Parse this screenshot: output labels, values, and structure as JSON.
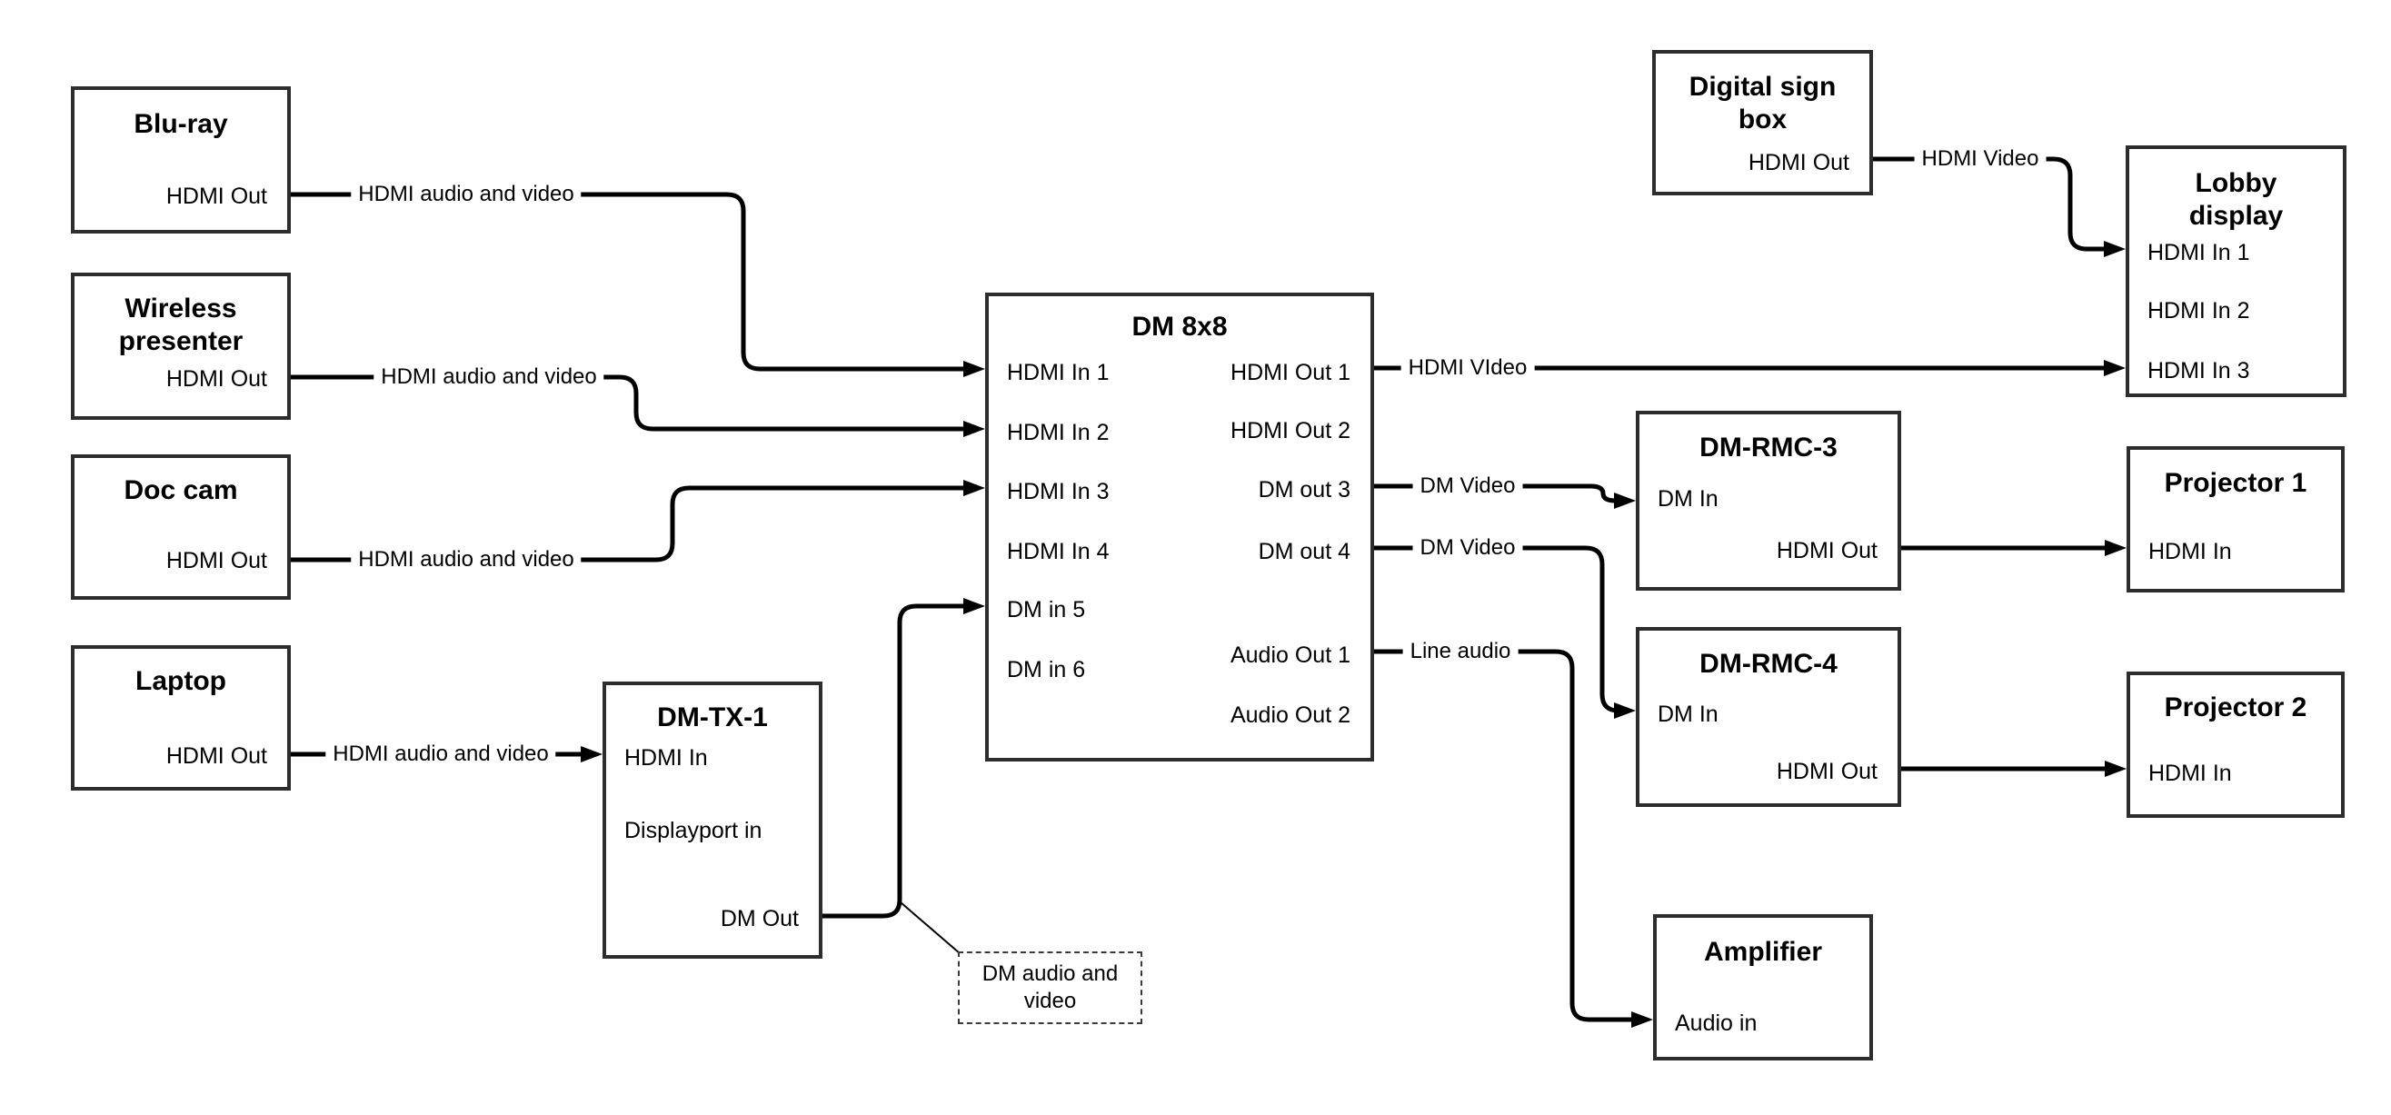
{
  "page": {
    "background": "#ffffff",
    "line_color": "#000000",
    "box_border_color": "#2d2d2d"
  },
  "nodes": {
    "bluray": {
      "title": "Blu-ray",
      "hdmi_out": "HDMI Out"
    },
    "wireless_presenter": {
      "title": "Wireless presenter",
      "hdmi_out": "HDMI Out"
    },
    "doc_cam": {
      "title": "Doc cam",
      "hdmi_out": "HDMI Out"
    },
    "laptop": {
      "title": "Laptop",
      "hdmi_out": "HDMI Out"
    },
    "dm_tx_1": {
      "title": "DM-TX-1",
      "hdmi_in": "HDMI In",
      "displayport_in": "Displayport in",
      "dm_out": "DM Out"
    },
    "dm_8x8": {
      "title": "DM 8x8",
      "hdmi_in_1": "HDMI In 1",
      "hdmi_in_2": "HDMI In 2",
      "hdmi_in_3": "HDMI In 3",
      "hdmi_in_4": "HDMI In 4",
      "dm_in_5": "DM in 5",
      "dm_in_6": "DM in 6",
      "hdmi_out_1": "HDMI Out 1",
      "hdmi_out_2": "HDMI Out 2",
      "dm_out_3": "DM out 3",
      "dm_out_4": "DM out 4",
      "audio_out_1": "Audio Out 1",
      "audio_out_2": "Audio Out 2"
    },
    "digital_sign_box": {
      "title": "Digital sign box",
      "hdmi_out": "HDMI Out"
    },
    "lobby_display": {
      "title": "Lobby display",
      "hdmi_in_1": "HDMI In 1",
      "hdmi_in_2": "HDMI In 2",
      "hdmi_in_3": "HDMI In 3"
    },
    "dm_rmc_3": {
      "title": "DM-RMC-3",
      "dm_in": "DM In",
      "hdmi_out": "HDMI Out"
    },
    "projector_1": {
      "title": "Projector 1",
      "hdmi_in": "HDMI In"
    },
    "dm_rmc_4": {
      "title": "DM-RMC-4",
      "dm_in": "DM In",
      "hdmi_out": "HDMI Out"
    },
    "projector_2": {
      "title": "Projector 2",
      "hdmi_in": "HDMI In"
    },
    "amplifier": {
      "title": "Amplifier",
      "audio_in": "Audio in"
    }
  },
  "connection_labels": {
    "bluray_to_dm8x8": "HDMI audio and video",
    "wireless_to_dm8x8": "HDMI audio and video",
    "doccam_to_dm8x8": "HDMI audio and video",
    "laptop_to_dmtx1": "HDMI audio and video",
    "dm8x8_to_lobby": "HDMI VIdeo",
    "signbox_to_lobby": "HDMI Video",
    "dm8x8_to_rmc3": "DM Video",
    "dm8x8_to_rmc4": "DM Video",
    "dm8x8_to_amplifier": "Line audio"
  },
  "note": {
    "text": "DM audio and video"
  }
}
